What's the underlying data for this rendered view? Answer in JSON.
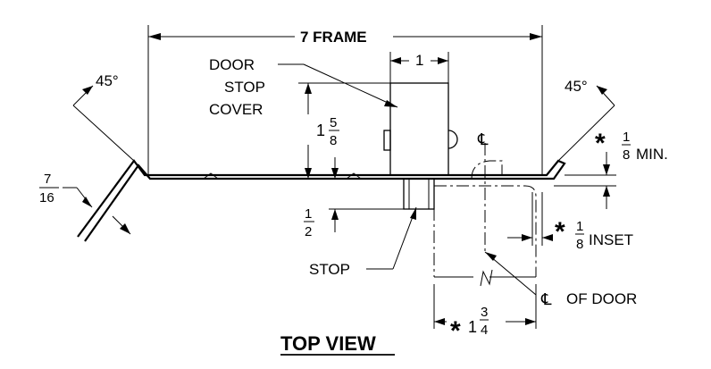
{
  "title": "TOP VIEW",
  "labels": {
    "frame": "7 FRAME",
    "angle_left": "45°",
    "angle_right": "45°",
    "door_stop_cover_1": "DOOR",
    "door_stop_cover_2": "STOP",
    "door_stop_cover_3": "COVER",
    "stop": "STOP",
    "cl_symbol": "℄",
    "cl_of_door": "OF DOOR",
    "min": "MIN.",
    "inset": "INSET",
    "star": "*"
  },
  "dimensions": {
    "cover_width": "1",
    "cover_height_whole": "1",
    "cover_height_num": "5",
    "cover_height_den": "8",
    "return_num": "7",
    "return_den": "16",
    "stop_num": "1",
    "stop_den": "2",
    "min_num": "1",
    "min_den": "8",
    "inset_num": "1",
    "inset_den": "8",
    "door_whole": "1",
    "door_num": "3",
    "door_den": "4"
  }
}
